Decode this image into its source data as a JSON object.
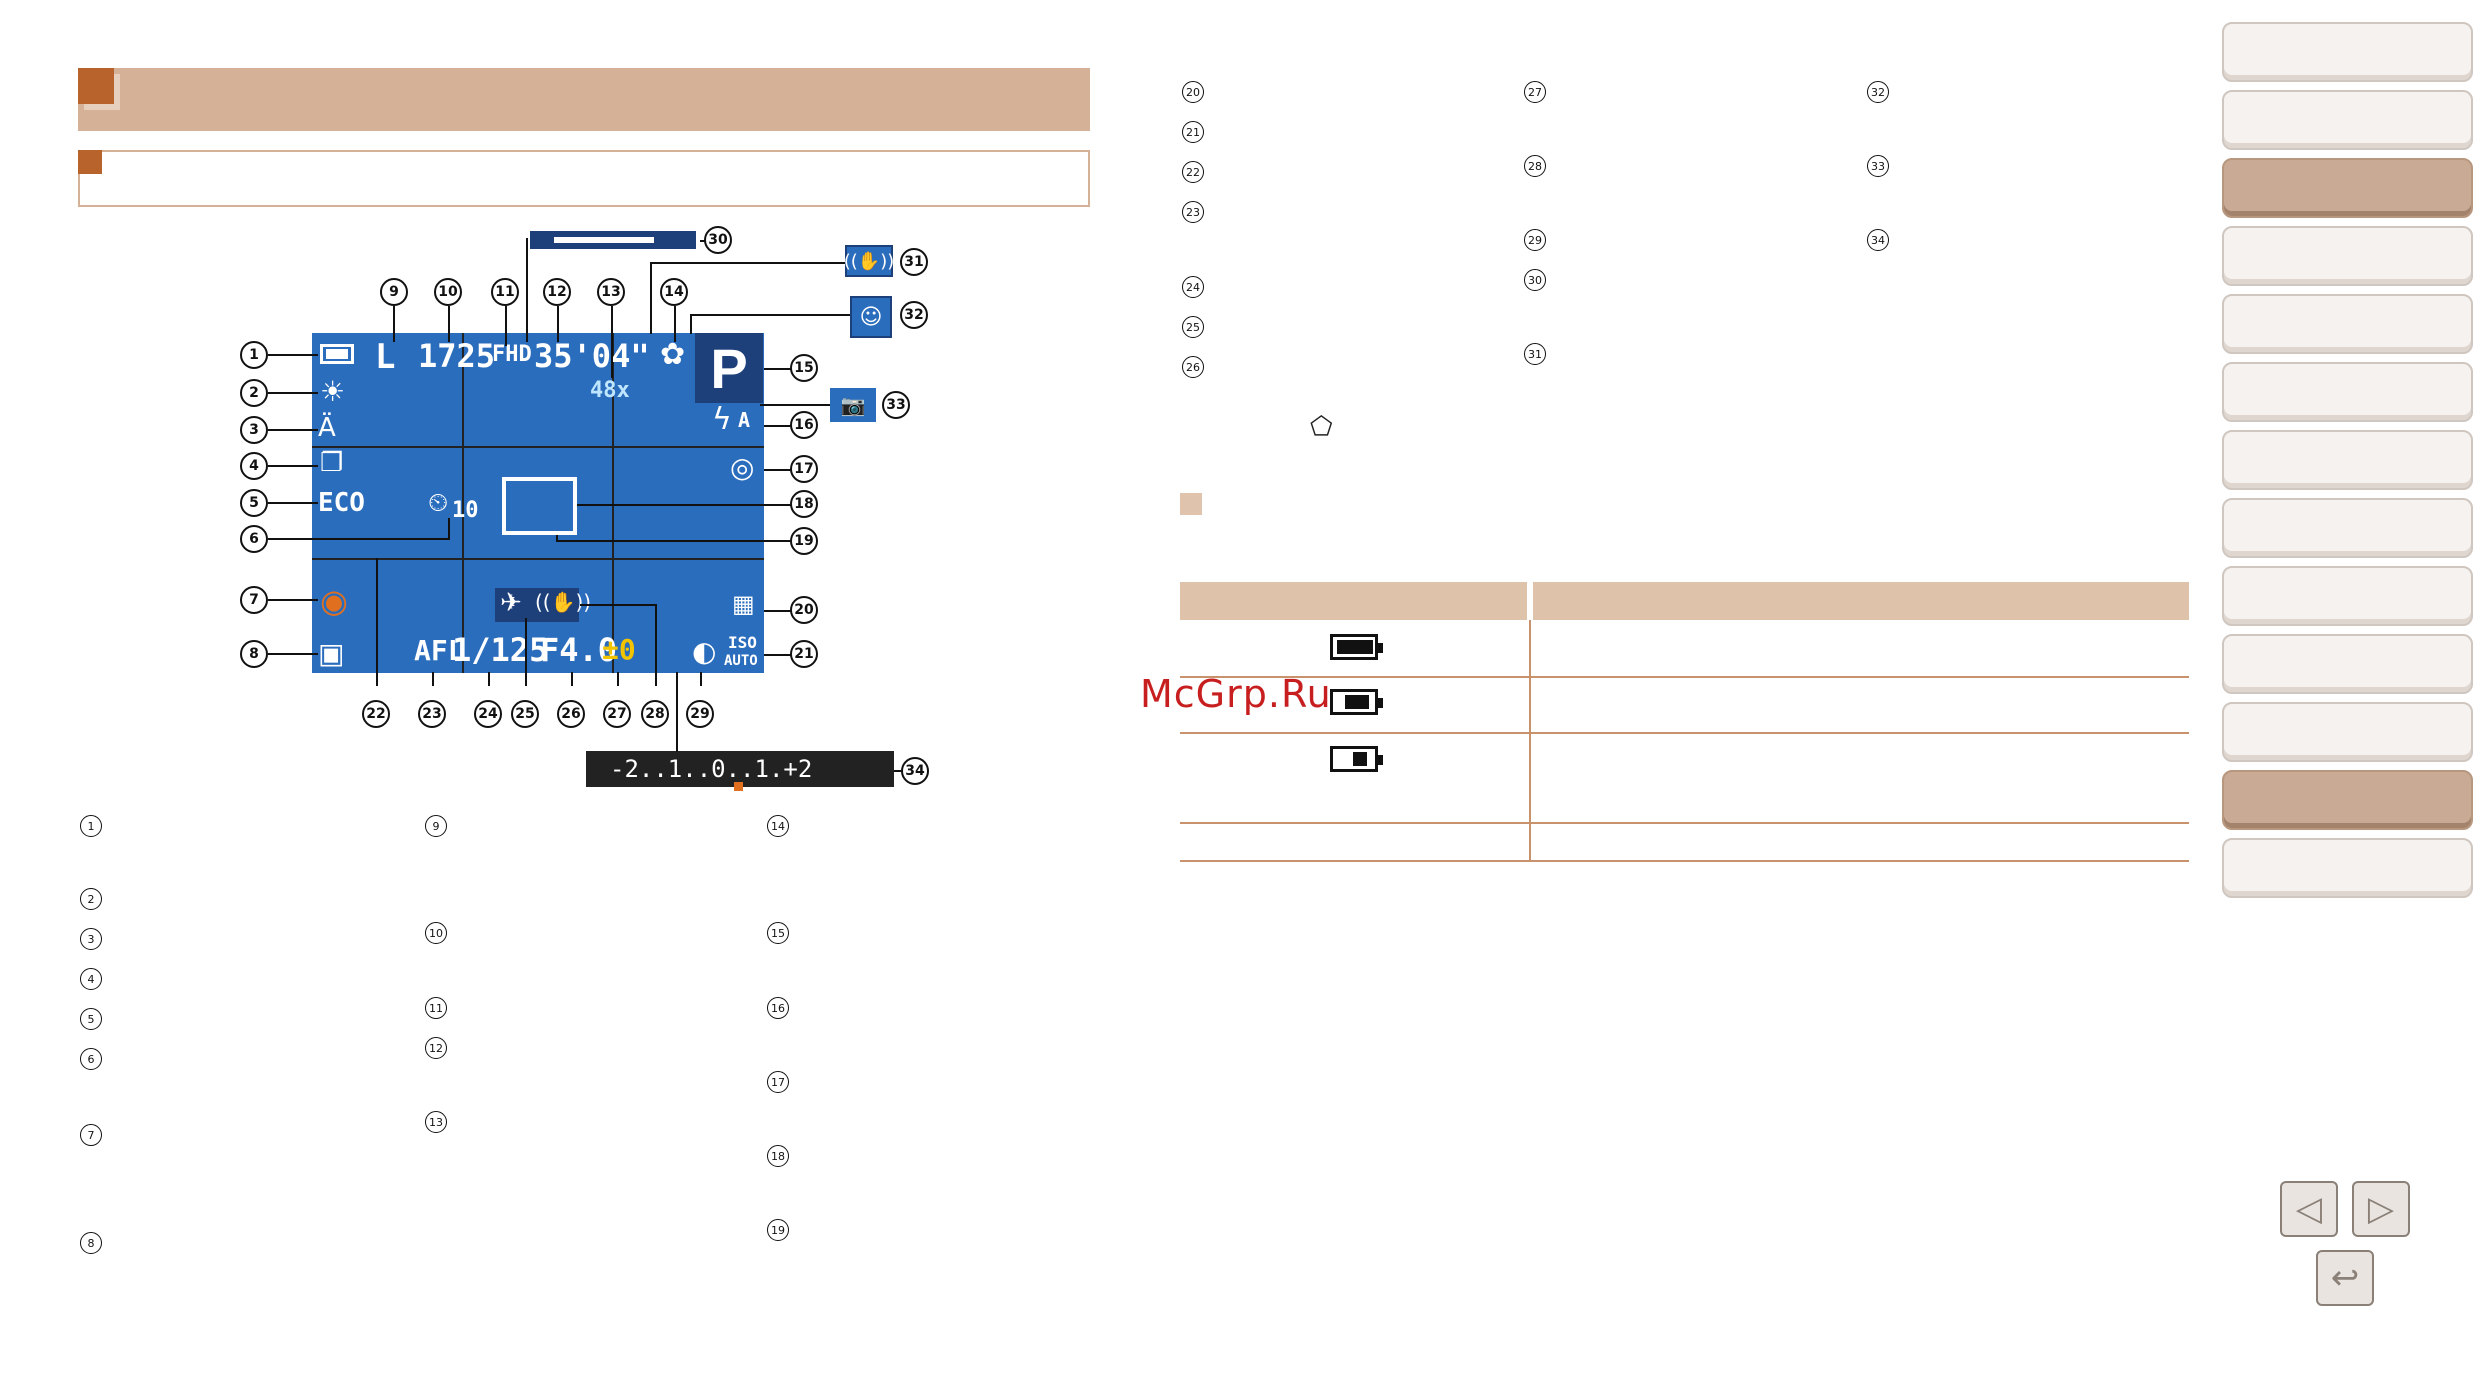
{
  "screen": {
    "mode_letter": "P",
    "image_quality": "L",
    "shots_remaining": "1725",
    "movie_quality": "FHD",
    "movie_time": "35'04\"",
    "zoom_ratio": "48x",
    "self_timer": "10",
    "eco": "ECO",
    "af_lock": "AFL",
    "shutter": "1/125",
    "aperture": "F4.0",
    "exposure_comp": "±0",
    "iso_top": "ISO",
    "iso_bottom": "AUTO",
    "flash_mode": "A",
    "exposure_scale": "-2..1..0..1.+2"
  },
  "callouts": [
    "1",
    "2",
    "3",
    "4",
    "5",
    "6",
    "7",
    "8",
    "9",
    "10",
    "11",
    "12",
    "13",
    "14",
    "15",
    "16",
    "17",
    "18",
    "19",
    "20",
    "21",
    "22",
    "23",
    "24",
    "25",
    "26",
    "27",
    "28",
    "29",
    "30",
    "31",
    "32",
    "33",
    "34"
  ],
  "list_left": [
    "1",
    "2",
    "3",
    "4",
    "5",
    "6",
    "7",
    "8",
    "9",
    "10",
    "11",
    "12",
    "13",
    "14",
    "15",
    "16",
    "17",
    "18",
    "19"
  ],
  "list_right": [
    "20",
    "21",
    "22",
    "23",
    "24",
    "25",
    "26",
    "27",
    "28",
    "29",
    "30",
    "31",
    "32",
    "33",
    "34"
  ],
  "icons": {
    "battery": "battery-icon",
    "white_balance": "sun-icon",
    "my_colors": "color-icon",
    "drive": "continuous-shooting-icon",
    "self_timer": "self-timer-icon",
    "camera_shake": "camera-shake-icon",
    "metering": "metering-icon",
    "macro": "macro-icon",
    "flash": "flash-icon",
    "red_eye": "red-eye-icon",
    "i_contrast": "i-contrast-icon",
    "airplane": "airplane-icon",
    "stabilizer": "image-stabilizer-icon",
    "tilt": "tilt-icon"
  },
  "watermark": "McGrp.Ru",
  "colors": {
    "screen_blue": "#2b6dbd",
    "header_tan": "#d5b297",
    "accent_brown": "#b8632c"
  }
}
